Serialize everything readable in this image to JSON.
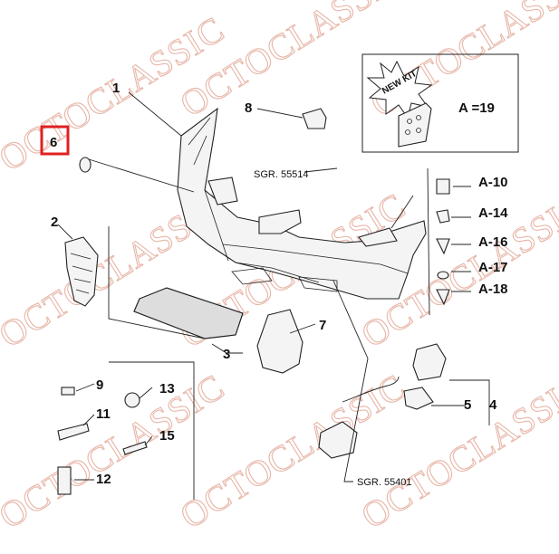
{
  "watermark": "OCTOCLASSIC",
  "callouts": {
    "c1": "1",
    "c2": "2",
    "c3": "3",
    "c4": "4",
    "c5": "5",
    "c6": "6",
    "c7": "7",
    "c8": "8",
    "c9": "9",
    "c11": "11",
    "c12": "12",
    "c13": "13",
    "c15": "15"
  },
  "references": {
    "sgr_55514": "SGR. 55514",
    "sgr_55401": "SGR. 55401"
  },
  "kit": {
    "badge": "NEW KIT",
    "formula": "A =19"
  },
  "a_parts": [
    "A-10",
    "A-14",
    "A-16",
    "A-17",
    "A-18"
  ],
  "highlight": {
    "callout": "6",
    "color": "#e02020"
  }
}
